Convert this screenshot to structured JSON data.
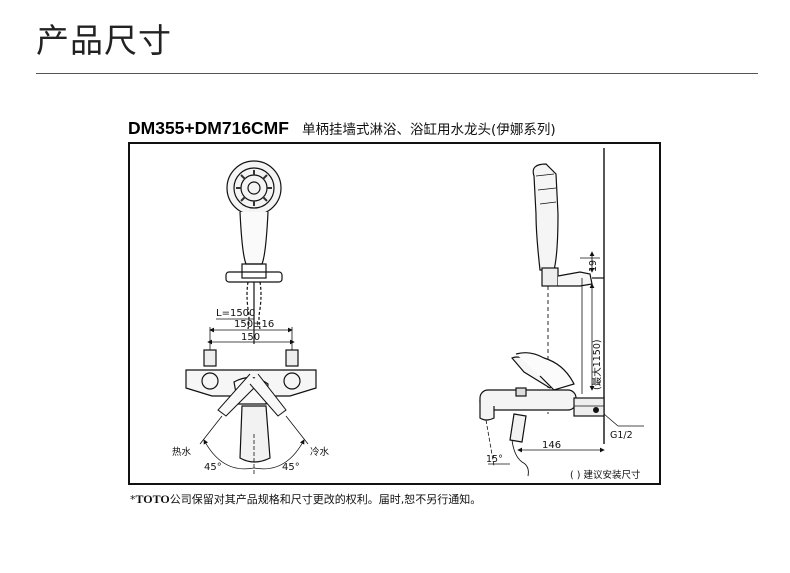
{
  "header": {
    "title": "产品尺寸"
  },
  "product": {
    "model": "DM355+DM716CMF",
    "description": "单柄挂墙式淋浴、浴缸用水龙头(伊娜系列)"
  },
  "drawing": {
    "hose_length": "L=1500",
    "center_distance_tol": "150±16",
    "center_distance": "150",
    "hot_label": "热水",
    "cold_label": "冷水",
    "angle_left": "45°",
    "angle_right": "45°",
    "holder_offset": "19",
    "max_height": "(最大1150)",
    "thread": "G1/2",
    "spout_reach": "146",
    "spout_angle": "15°",
    "legend": "( ) 建议安装尺寸"
  },
  "footnote": {
    "asterisk": "*",
    "brand": "TOTO",
    "text": "公司保留对其产品规格和尺寸更改的权利。届时,恕不另行通知。"
  }
}
